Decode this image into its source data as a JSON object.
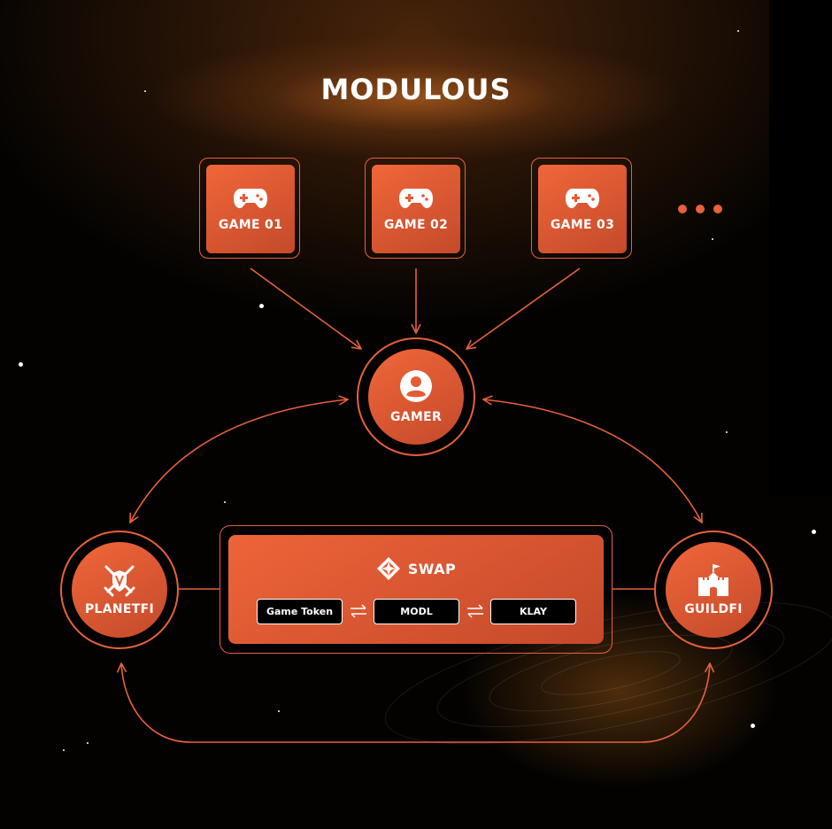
{
  "title": "MODULOUS",
  "games": [
    {
      "label": "GAME 01",
      "icon": "gamepad-icon"
    },
    {
      "label": "GAME 02",
      "icon": "gamepad-icon"
    },
    {
      "label": "GAME 03",
      "icon": "gamepad-icon"
    }
  ],
  "gamer": {
    "label": "GAMER",
    "icon": "user-icon"
  },
  "planetfi": {
    "label": "PLANETFI",
    "icon": "crossed-swords-shield-icon"
  },
  "guildfi": {
    "label": "GUILDFI",
    "icon": "castle-icon"
  },
  "swap": {
    "label": "SWAP",
    "icon": "swap-diamond-icon",
    "tokens": [
      "Game Token",
      "MODL",
      "KLAY"
    ]
  },
  "colors": {
    "accent": "#e8613a",
    "fill_light": "#f0663a",
    "fill_dark": "#c44a2a"
  }
}
